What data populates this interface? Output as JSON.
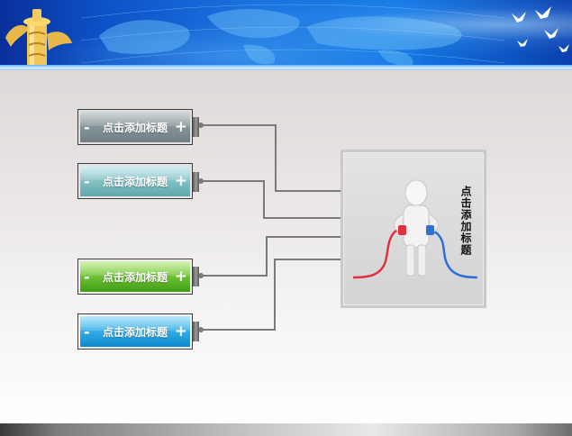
{
  "slide": {
    "tags": [
      {
        "label": "点击添加标题",
        "minus": "-",
        "plus": "+"
      },
      {
        "label": "点击添加标题",
        "minus": "-",
        "plus": "+"
      },
      {
        "label": "点击添加标题",
        "minus": "-",
        "plus": "+"
      },
      {
        "label": "点击添加标题",
        "minus": "-",
        "plus": "+"
      }
    ],
    "panel_title": "点击添加标题"
  },
  "colors": {
    "banner_blue": "#0d52c8",
    "tag_grey": "#7f8e93",
    "tag_teal": "#79bcc0",
    "tag_green": "#5cbd26",
    "tag_blue": "#1aa0e0",
    "wire": "#7a7a7a",
    "cable_red": "#e0323c",
    "cable_blue": "#2f6fd8"
  },
  "icons": [
    "huabiao-pillar-icon",
    "doves-icon",
    "world-map-icon",
    "person-with-plugs-icon"
  ]
}
